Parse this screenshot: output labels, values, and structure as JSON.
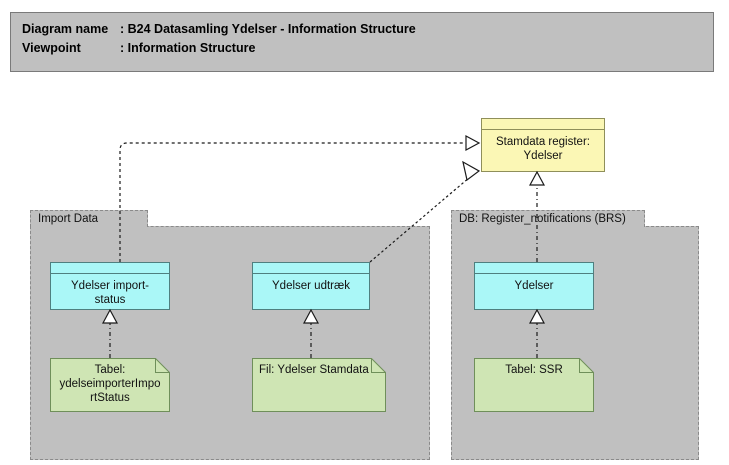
{
  "header": {
    "rows": [
      {
        "key": "Diagram name",
        "value": ": B24 Datasamling Ydelser - Information Structure"
      },
      {
        "key": "Viewpoint",
        "value": ": Information Structure"
      }
    ]
  },
  "colors": {
    "canvas": "#ffffff",
    "banner_fill": "#c0c0c0",
    "banner_stroke": "#7a7a7a",
    "group_fill": "#c0c0c0",
    "group_stroke": "#8a8a8a",
    "entity_fill": "#aaf7f7",
    "entity_stroke": "#4f7f7f",
    "artifact_fill": "#cfe5b4",
    "artifact_stroke": "#6f8f5a",
    "stamdata_fill": "#fbf7b5",
    "stamdata_stroke": "#8f8f5a",
    "connector": "#1a1a1a"
  },
  "nodes": {
    "stamdata_register": {
      "label": "Stamdata register:\nYdelser",
      "type": "data-object"
    },
    "group_import": {
      "label": "Import Data",
      "type": "grouping"
    },
    "group_db": {
      "label": "DB: Register_notifications (BRS)",
      "type": "grouping"
    },
    "entity_import_status": {
      "label": "Ydelser import-\nstatus",
      "type": "data-object"
    },
    "entity_udtraek": {
      "label": "Ydelser udtræk",
      "type": "data-object"
    },
    "entity_ydelser": {
      "label": "Ydelser",
      "type": "data-object"
    },
    "artifact_import_status": {
      "label": "Tabel:\nydelseimporterImpo\nrtStatus",
      "type": "artifact",
      "align": "center"
    },
    "artifact_fil_stamdata": {
      "label": "Fil: Ydelser Stamdata",
      "type": "artifact",
      "align": "left"
    },
    "artifact_tabel_ssr": {
      "label": "Tabel: SSR",
      "type": "artifact",
      "align": "center"
    }
  },
  "connectors": [
    {
      "name": "import-status-to-stamdata",
      "kind": "realization",
      "from": "entity_import_status",
      "to": "stamdata_register"
    },
    {
      "name": "udtraek-to-stamdata",
      "kind": "realization",
      "from": "entity_udtraek",
      "to": "stamdata_register"
    },
    {
      "name": "ydelser-to-stamdata",
      "kind": "realization",
      "from": "entity_ydelser",
      "to": "stamdata_register"
    },
    {
      "name": "artifact-import-status-to-entity",
      "kind": "realization",
      "from": "artifact_import_status",
      "to": "entity_import_status"
    },
    {
      "name": "artifact-fil-to-udtraek",
      "kind": "realization",
      "from": "artifact_fil_stamdata",
      "to": "entity_udtraek"
    },
    {
      "name": "artifact-ssr-to-ydelser",
      "kind": "realization",
      "from": "artifact_tabel_ssr",
      "to": "entity_ydelser"
    }
  ]
}
